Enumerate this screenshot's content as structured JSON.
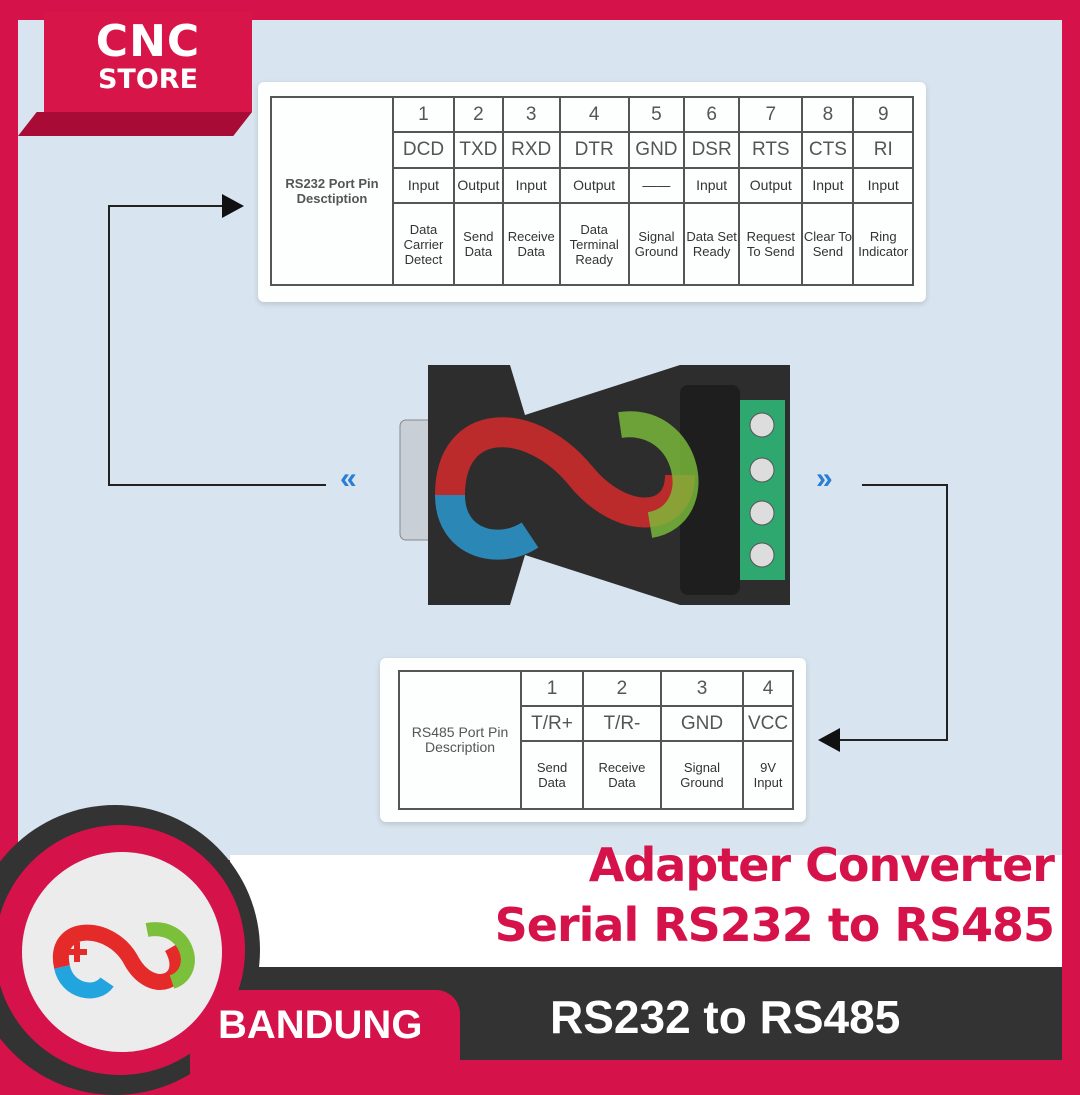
{
  "brand": {
    "line1": "CNC",
    "line2": "STORE"
  },
  "rs232": {
    "header": "RS232 Port Pin Desctiption",
    "pins": [
      "1",
      "2",
      "3",
      "4",
      "5",
      "6",
      "7",
      "8",
      "9"
    ],
    "signals": [
      "DCD",
      "TXD",
      "RXD",
      "DTR",
      "GND",
      "DSR",
      "RTS",
      "CTS",
      "RI"
    ],
    "directions": [
      "Input",
      "Output",
      "Input",
      "Output",
      "——",
      "Input",
      "Output",
      "Input",
      "Input"
    ],
    "descriptions": [
      "Data Carrier Detect",
      "Send Data",
      "Receive Data",
      "Data Terminal Ready",
      "Signal Ground",
      "Data Set Ready",
      "Request To Send",
      "Clear To Send",
      "Ring Indicator"
    ]
  },
  "rs485": {
    "header": "RS485 Port Pin Description",
    "pins": [
      "1",
      "2",
      "3",
      "4"
    ],
    "signals": [
      "T/R+",
      "T/R-",
      "GND",
      "VCC"
    ],
    "descriptions": [
      "Send Data",
      "Receive Data",
      "Signal Ground",
      "9V Input"
    ]
  },
  "footer": {
    "title_line1": "Adapter Converter",
    "title_line2": "Serial RS232 to RS485",
    "subtitle": "RS232 to RS485",
    "location": "BANDUNG"
  },
  "colors": {
    "brand": "#d5134a",
    "dark": "#333333",
    "background": "#d8e4ef"
  }
}
